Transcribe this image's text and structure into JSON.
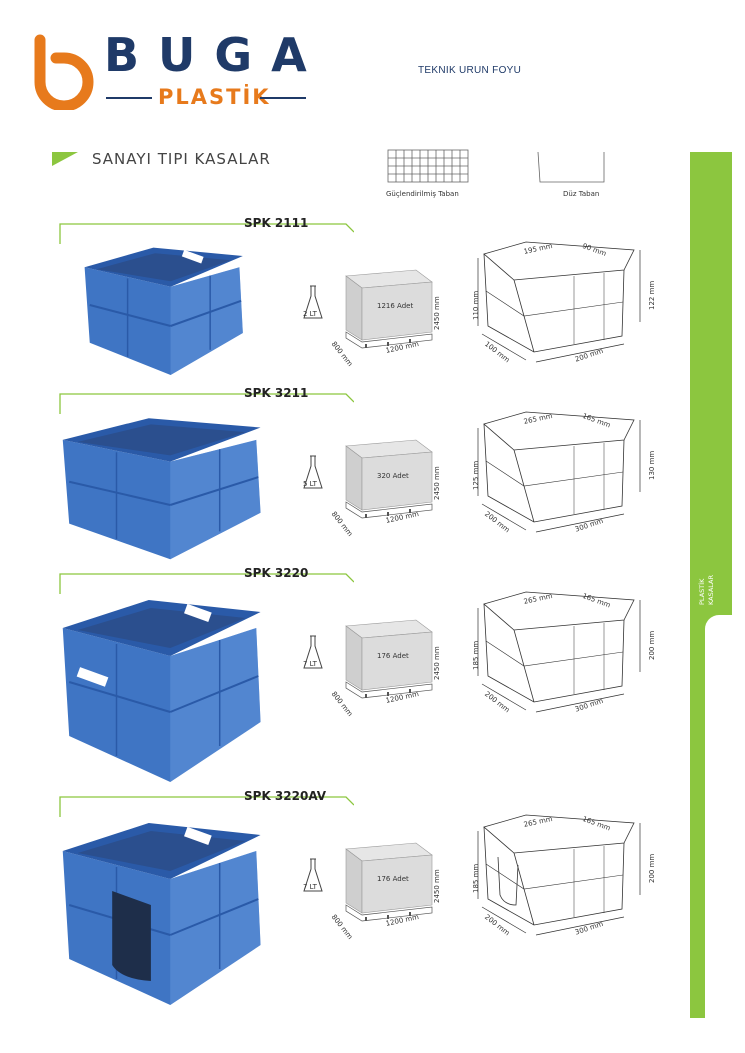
{
  "brand": {
    "name": "BUGA",
    "subtitle": "PLASTİK"
  },
  "header": {
    "title": "TEKNIK URUN FOYU"
  },
  "section": {
    "title": "SANAYI TIPI KASALAR"
  },
  "bases": [
    {
      "label": "Güçlendirilmiş Taban"
    },
    {
      "label": "Düz Taban"
    }
  ],
  "side_tab": {
    "line1": "PLASTİK",
    "line2": "KASALAR"
  },
  "colors": {
    "accent_green": "#8cc63f",
    "brand_navy": "#1f3a68",
    "brand_orange": "#e77a1c",
    "crate_blue": "#3f75c4"
  },
  "products": [
    {
      "code": "SPK 2111",
      "volume": "2 LT",
      "pallet_qty": "1216 Adet",
      "pallet_height": "2450 mm",
      "pallet_length": "1200 mm",
      "pallet_width": "800 mm",
      "dims": {
        "inner_length": "195 mm",
        "inner_width": "90 mm",
        "inner_height": "110 mm",
        "outer_height": "122 mm",
        "outer_width": "100 mm",
        "outer_length": "200 mm"
      }
    },
    {
      "code": "SPK 3211",
      "volume": "5 LT",
      "pallet_qty": "320 Adet",
      "pallet_height": "2450 mm",
      "pallet_length": "1200 mm",
      "pallet_width": "800 mm",
      "dims": {
        "inner_length": "265 mm",
        "inner_width": "165 mm",
        "inner_height": "125 mm",
        "outer_height": "130 mm",
        "outer_width": "200 mm",
        "outer_length": "300 mm"
      }
    },
    {
      "code": "SPK 3220",
      "volume": "7 LT",
      "pallet_qty": "176 Adet",
      "pallet_height": "2450 mm",
      "pallet_length": "1200 mm",
      "pallet_width": "800 mm",
      "dims": {
        "inner_length": "265 mm",
        "inner_width": "165 mm",
        "inner_height": "185 mm",
        "outer_height": "200 mm",
        "outer_width": "200 mm",
        "outer_length": "300 mm"
      }
    },
    {
      "code": "SPK 3220AV",
      "volume": "7 LT",
      "pallet_qty": "176 Adet",
      "pallet_height": "2450 mm",
      "pallet_length": "1200 mm",
      "pallet_width": "800 mm",
      "dims": {
        "inner_length": "265 mm",
        "inner_width": "165 mm",
        "inner_height": "185 mm",
        "outer_height": "200 mm",
        "outer_width": "200 mm",
        "outer_length": "300 mm"
      }
    }
  ]
}
